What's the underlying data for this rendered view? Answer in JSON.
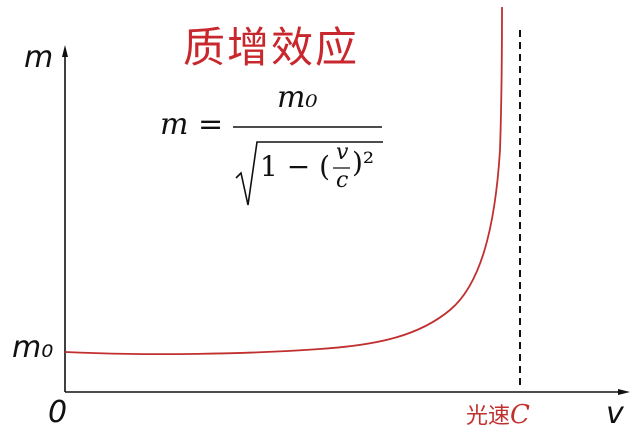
{
  "title": "质增效应",
  "axes": {
    "y_label": "m",
    "x_label": "v",
    "origin_label": "0",
    "y_tick_label": "m₀",
    "x_marker_label_cn": "光速",
    "x_marker_label_sym": "C"
  },
  "formula": {
    "lhs": "m =",
    "numerator": "m₀",
    "denominator_text": "1 − (",
    "v": "v",
    "c": "c",
    "exponent": ")²"
  },
  "colors": {
    "title": "#c8282d",
    "curve": "#c0302f",
    "axis": "#111111"
  },
  "chart_data": {
    "type": "line",
    "title": "质增效应",
    "xlabel": "v",
    "ylabel": "m",
    "x_ticks": [
      "0",
      "光速C"
    ],
    "y_ticks": [
      "m₀"
    ],
    "asymptote": {
      "x": "c",
      "style": "dashed"
    },
    "series": [
      {
        "name": "m(v) = m0 / sqrt(1 - (v/c)^2)",
        "x": [
          0,
          0.2,
          0.4,
          0.6,
          0.7,
          0.8,
          0.85,
          0.9,
          0.95,
          0.98,
          0.99
        ],
        "y": [
          1.0,
          1.02,
          1.09,
          1.25,
          1.4,
          1.67,
          1.9,
          2.29,
          3.2,
          5.03,
          7.09
        ]
      }
    ]
  }
}
